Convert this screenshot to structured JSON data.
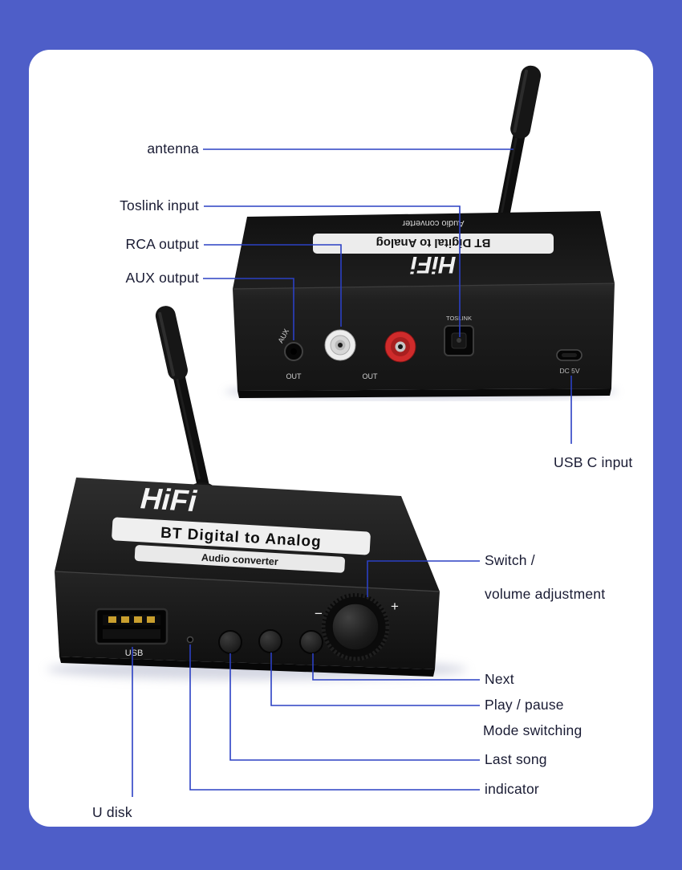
{
  "colors": {
    "frame_blue": "#4e5ec8",
    "canvas_white": "#ffffff",
    "line_blue": "#2b40c4",
    "label_ink": "#191b33",
    "rca_red": "#cf2b2b"
  },
  "annotations": {
    "antenna": "antenna",
    "toslink_input": "Toslink input",
    "rca_output": "RCA output",
    "aux_output": "AUX output",
    "usb_c_input": "USB C input",
    "switch_line1": "Switch /",
    "switch_line2": "volume adjustment",
    "next": "Next",
    "play_pause": "Play / pause",
    "mode_switching": "Mode switching",
    "last_song": "Last song",
    "indicator": "indicator",
    "u_disk": "U disk"
  },
  "device": {
    "brand": "HiFi",
    "title": "BT Digital to Analog",
    "subtitle": "Audio converter",
    "back_panel": {
      "aux_label": "AUX",
      "aux_out": "OUT",
      "rca_out": "OUT",
      "toslink_label": "TOSLINK",
      "usb_c_label": "DC 5V"
    },
    "front_panel": {
      "usb_label": "USB",
      "minus": "−",
      "plus": "+"
    }
  }
}
